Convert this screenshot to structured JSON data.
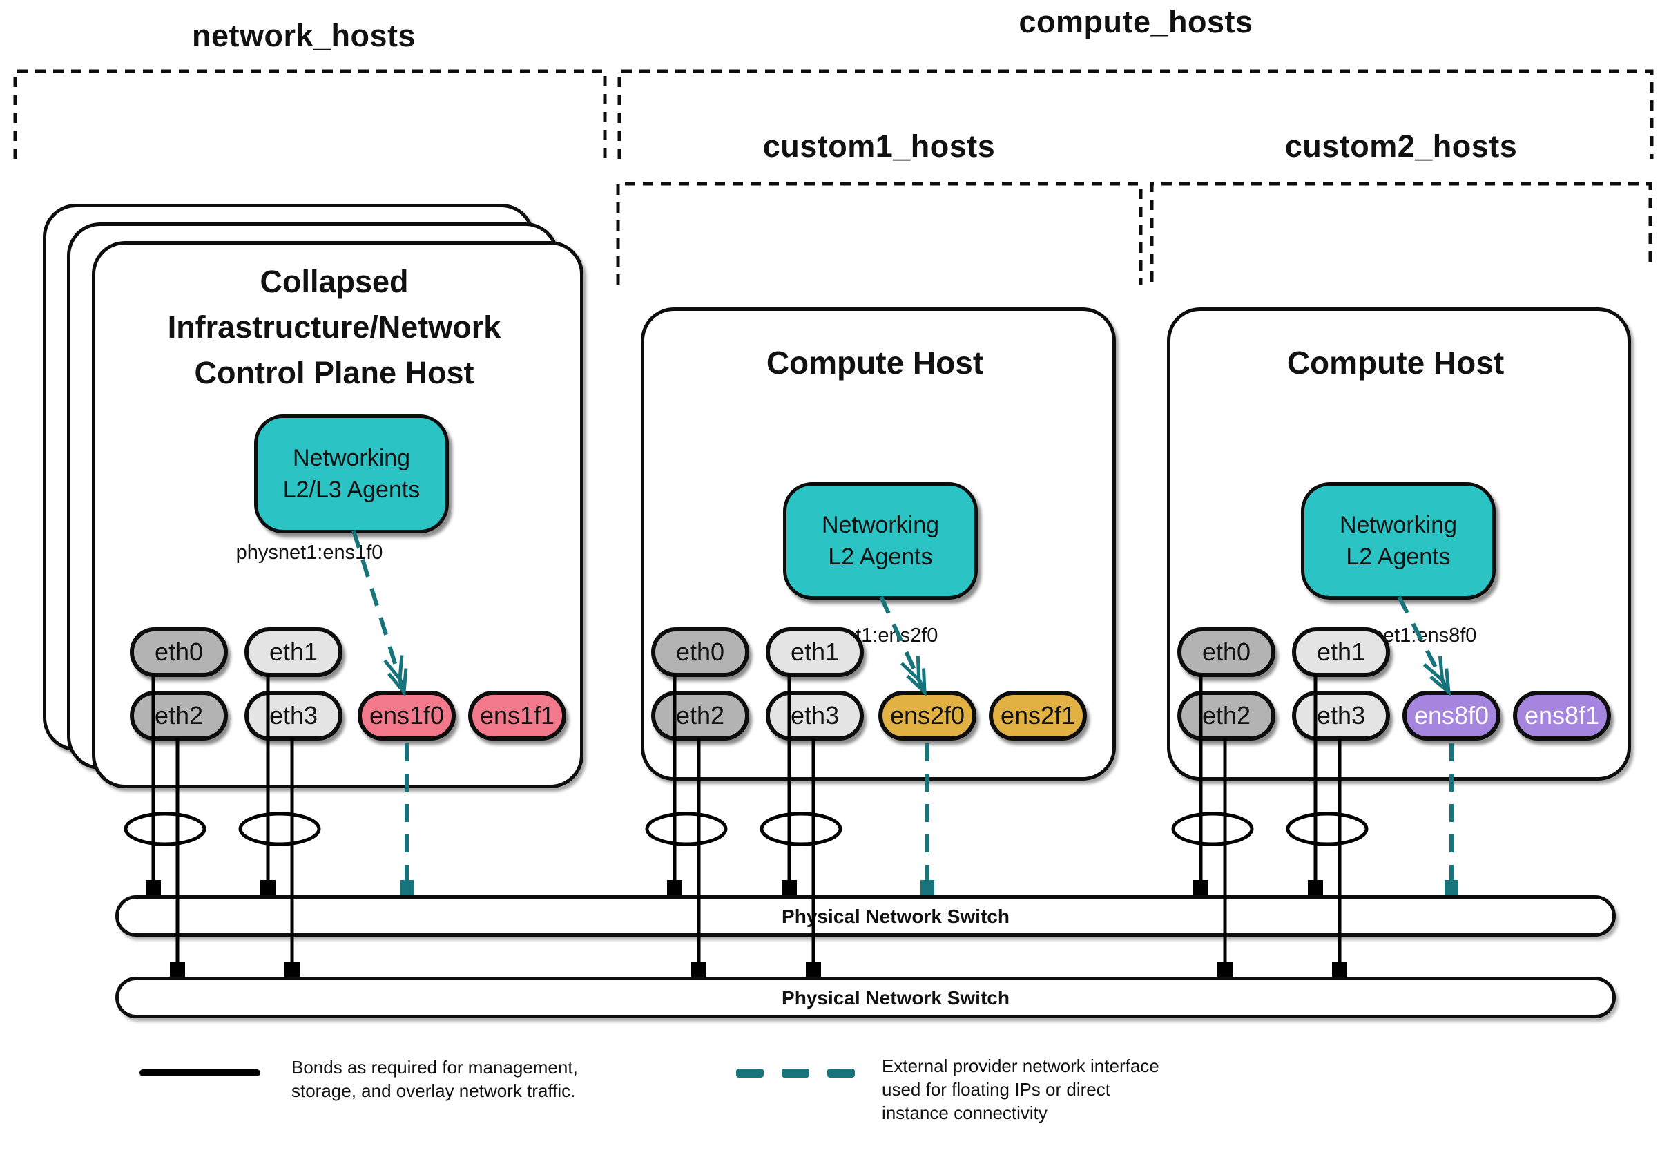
{
  "groups": [
    {
      "id": "network_hosts",
      "label": "network_hosts"
    },
    {
      "id": "compute_hosts",
      "label": "compute_hosts"
    },
    {
      "id": "custom1_hosts",
      "label": "custom1_hosts"
    },
    {
      "id": "custom2_hosts",
      "label": "custom2_hosts"
    }
  ],
  "hosts": [
    {
      "title_lines": [
        "Collapsed",
        "Infrastructure/Network",
        "Control Plane Host"
      ],
      "stacked": true,
      "agent": {
        "line1": "Networking",
        "line2": "L2/L3 Agents"
      },
      "physnet_label": "physnet1:ens1f0",
      "nics": [
        {
          "label": "eth0",
          "color": "dark-gray"
        },
        {
          "label": "eth1",
          "color": "light-gray"
        },
        {
          "label": "eth2",
          "color": "dark-gray"
        },
        {
          "label": "eth3",
          "color": "light-gray"
        },
        {
          "label": "ens1f0",
          "color": "pink"
        },
        {
          "label": "ens1f1",
          "color": "pink"
        }
      ]
    },
    {
      "title_lines": [
        "Compute Host"
      ],
      "stacked": false,
      "agent": {
        "line1": "Networking",
        "line2": "L2 Agents"
      },
      "physnet_label": "physnet1:ens2f0",
      "nics": [
        {
          "label": "eth0",
          "color": "dark-gray"
        },
        {
          "label": "eth1",
          "color": "light-gray"
        },
        {
          "label": "eth2",
          "color": "dark-gray"
        },
        {
          "label": "eth3",
          "color": "light-gray"
        },
        {
          "label": "ens2f0",
          "color": "gold"
        },
        {
          "label": "ens2f1",
          "color": "gold"
        }
      ]
    },
    {
      "title_lines": [
        "Compute Host"
      ],
      "stacked": false,
      "agent": {
        "line1": "Networking",
        "line2": "L2 Agents"
      },
      "physnet_label": "physnet1:ens8f0",
      "nics": [
        {
          "label": "eth0",
          "color": "dark-gray"
        },
        {
          "label": "eth1",
          "color": "light-gray"
        },
        {
          "label": "eth2",
          "color": "dark-gray"
        },
        {
          "label": "eth3",
          "color": "light-gray"
        },
        {
          "label": "ens8f0",
          "color": "purple"
        },
        {
          "label": "ens8f1",
          "color": "purple"
        }
      ]
    }
  ],
  "switches": [
    {
      "label": "Physical Network Switch"
    },
    {
      "label": "Physical Network Switch"
    }
  ],
  "legend": [
    {
      "swatch": "solid-black-line",
      "lines": [
        "Bonds as required for management,",
        "storage, and overlay network traffic."
      ]
    },
    {
      "swatch": "dashed-teal-line",
      "lines": [
        "External provider network interface",
        "used for floating IPs or direct",
        "instance connectivity"
      ]
    }
  ],
  "colors": {
    "agent_box_fill": "#2cc3c5",
    "provider_line_teal": "#17747b",
    "nic_pink": "#f2798b",
    "nic_gold": "#e1b243",
    "nic_purple": "#a585dd",
    "nic_dark_gray": "#b3b3b3",
    "nic_light_gray": "#e4e4e4",
    "line_black": "#000000"
  }
}
